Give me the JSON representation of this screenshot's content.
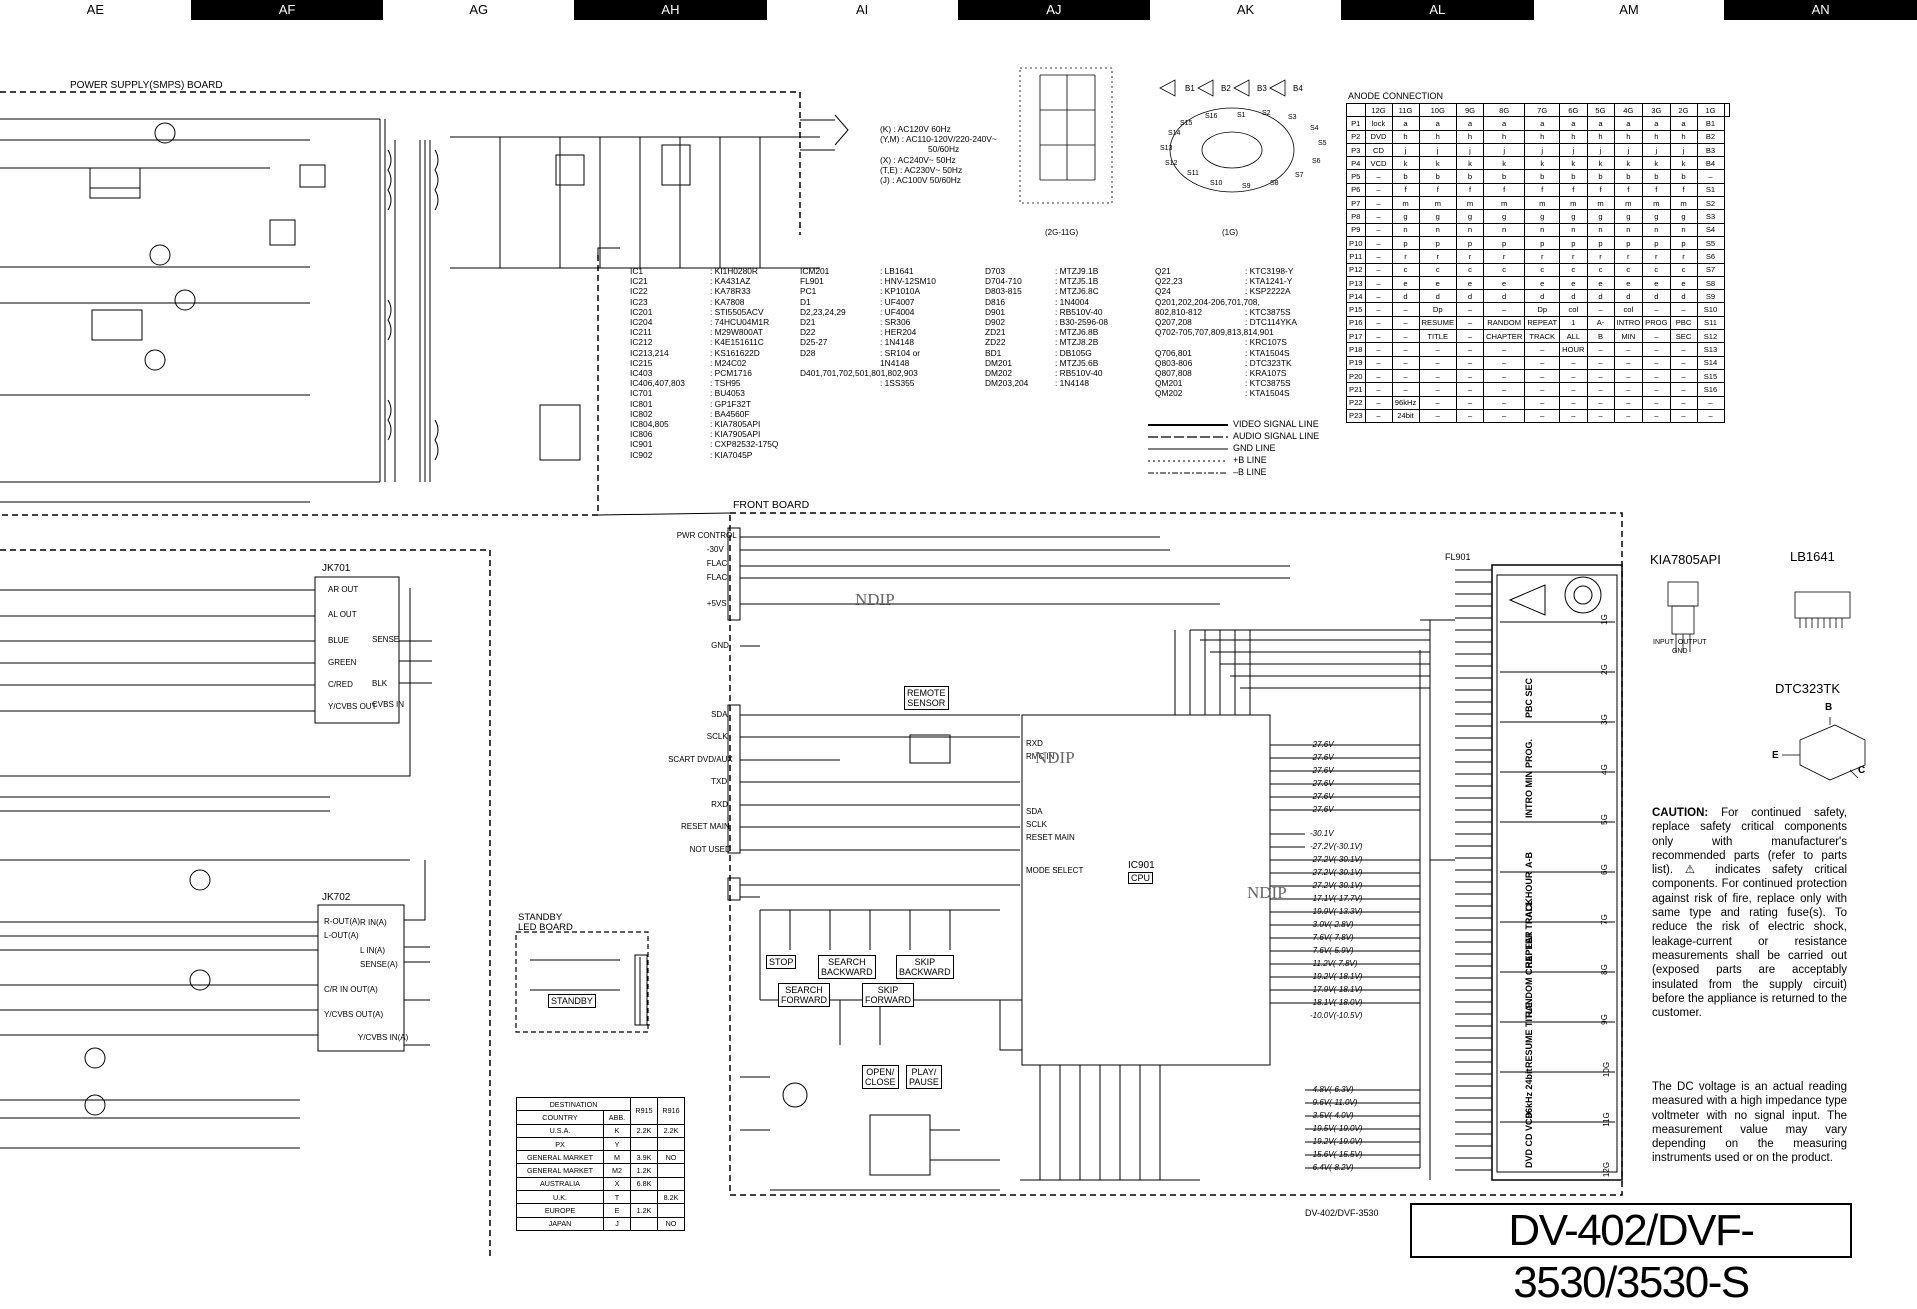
{
  "grid_columns": [
    "AE",
    "AF",
    "AG",
    "AH",
    "AI",
    "AJ",
    "AK",
    "AL",
    "AM",
    "AN"
  ],
  "boards": {
    "power_supply": "POWER SUPPLY(SMPS) BOARD",
    "front": "FRONT BOARD",
    "standby": "STANDBY\nLED BOARD"
  },
  "ac_voltage_options": [
    "(K) : AC120V 60Hz",
    "(Y,M) : AC110-120V/220-240V~",
    "50/60Hz",
    "(X) : AC240V~ 50Hz",
    "(T,E) : AC230V~ 50Hz",
    "(J) : AC100V 50/60Hz"
  ],
  "parts_list": {
    "col1": [
      [
        "IC1",
        ": KI1H0280R"
      ],
      [
        "IC21",
        ": KA431AZ"
      ],
      [
        "IC22",
        ": KA78R33"
      ],
      [
        "IC23",
        ": KA7808"
      ],
      [
        "IC201",
        ": STI5505ACV"
      ],
      [
        "IC204",
        ": 74HCU04M1R"
      ],
      [
        "IC211",
        ": M29W800AT"
      ],
      [
        "IC212",
        ": K4E151611C"
      ],
      [
        "IC213,214",
        ": KS161622D"
      ],
      [
        "IC215",
        ": M24C02"
      ],
      [
        "IC403",
        ": PCM1716"
      ],
      [
        "IC406,407,803",
        ": TSH95"
      ],
      [
        "IC701",
        ": BU4053"
      ],
      [
        "IC801",
        ": GP1F32T"
      ],
      [
        "IC802",
        ": BA4560F"
      ],
      [
        "IC804,805",
        ": KIA7805API"
      ],
      [
        "IC806",
        ": KIA7905API"
      ],
      [
        "IC901",
        ": CXP82532-175Q"
      ],
      [
        "IC902",
        ": KIA7045P"
      ]
    ],
    "col2": [
      [
        "ICM201",
        ": LB1641"
      ],
      [
        "",
        ""
      ],
      [
        "FL901",
        ": HNV-12SM10"
      ],
      [
        "",
        ""
      ],
      [
        "PC1",
        ": KP1010A"
      ],
      [
        "",
        ""
      ],
      [
        "D1",
        ": UF4007"
      ],
      [
        "D2,23,24,29",
        ": UF4004"
      ],
      [
        "D21",
        ": SR306"
      ],
      [
        "D22",
        ": HER204"
      ],
      [
        "D25-27",
        ": 1N4148"
      ],
      [
        "D28",
        ": SR104 or"
      ],
      [
        "",
        "  1N4148"
      ],
      [
        "D401,701,702,501,801,802,903",
        ""
      ],
      [
        "",
        ": 1SS355"
      ]
    ],
    "col3": [
      [
        "D703",
        ": MTZJ9.1B"
      ],
      [
        "D704-710",
        ": MTZJ5.1B"
      ],
      [
        "D803-815",
        ": MTZJ6.8C"
      ],
      [
        "D816",
        ": 1N4004"
      ],
      [
        "D901",
        ": RB510V-40"
      ],
      [
        "D902",
        ": B30-2596-08"
      ],
      [
        "",
        ""
      ],
      [
        "ZD21",
        ": MTZJ6.8B"
      ],
      [
        "ZD22",
        ": MTZJ8.2B"
      ],
      [
        "",
        ""
      ],
      [
        "BD1",
        ": DB105G"
      ],
      [
        "",
        ""
      ],
      [
        "DM201",
        ": MTZJ5.6B"
      ],
      [
        "DM202",
        ": RB510V-40"
      ],
      [
        "DM203,204",
        ": 1N4148"
      ]
    ],
    "col4": [
      [
        "Q21",
        ": KTC3198-Y"
      ],
      [
        "Q22,23",
        ": KTA1241-Y"
      ],
      [
        "Q24",
        ": KSP2222A"
      ],
      [
        "Q201,202,204-206,701,708,",
        ""
      ],
      [
        "  802,810-812",
        ": KTC3875S"
      ],
      [
        "Q207,208",
        ": DTC114YKA"
      ],
      [
        "Q702-705,707,809,813,814,901",
        ""
      ],
      [
        "",
        ": KRC107S"
      ],
      [
        "Q706,801",
        ": KTA1504S"
      ],
      [
        "Q803-806",
        ": DTC323TK"
      ],
      [
        "Q807,808",
        ": KRA107S"
      ],
      [
        "",
        ""
      ],
      [
        "QM201",
        ": KTC3875S"
      ],
      [
        "QM202",
        ": KTA1504S"
      ]
    ]
  },
  "line_legend": [
    "VIDEO SIGNAL LINE",
    "AUDIO SIGNAL LINE",
    "GND LINE",
    "+B LINE",
    "–B LINE"
  ],
  "anode_connection": {
    "title": "ANODE CONNECTION",
    "grids": [
      "12G",
      "11G",
      "10G",
      "9G",
      "8G",
      "7G",
      "6G",
      "5G",
      "4G",
      "3G",
      "2G",
      "1G"
    ],
    "rows": [
      [
        "P1",
        "lock",
        "a",
        "a",
        "a",
        "a",
        "a",
        "a",
        "a",
        "a",
        "a",
        "a",
        "B1"
      ],
      [
        "P2",
        "DVD",
        "h",
        "h",
        "h",
        "h",
        "h",
        "h",
        "h",
        "h",
        "h",
        "h",
        "B2"
      ],
      [
        "P3",
        "CD",
        "j",
        "j",
        "j",
        "j",
        "j",
        "j",
        "j",
        "j",
        "j",
        "j",
        "B3"
      ],
      [
        "P4",
        "VCD",
        "k",
        "k",
        "k",
        "k",
        "k",
        "k",
        "k",
        "k",
        "k",
        "k",
        "B4"
      ],
      [
        "P5",
        "–",
        "b",
        "b",
        "b",
        "b",
        "b",
        "b",
        "b",
        "b",
        "b",
        "b",
        "–"
      ],
      [
        "P6",
        "–",
        "f",
        "f",
        "f",
        "f",
        "f",
        "f",
        "f",
        "f",
        "f",
        "f",
        "S1"
      ],
      [
        "P7",
        "–",
        "m",
        "m",
        "m",
        "m",
        "m",
        "m",
        "m",
        "m",
        "m",
        "m",
        "S2"
      ],
      [
        "P8",
        "–",
        "g",
        "g",
        "g",
        "g",
        "g",
        "g",
        "g",
        "g",
        "g",
        "g",
        "S3"
      ],
      [
        "P9",
        "–",
        "n",
        "n",
        "n",
        "n",
        "n",
        "n",
        "n",
        "n",
        "n",
        "n",
        "S4"
      ],
      [
        "P10",
        "–",
        "p",
        "p",
        "p",
        "p",
        "p",
        "p",
        "p",
        "p",
        "p",
        "p",
        "S5"
      ],
      [
        "P11",
        "–",
        "r",
        "r",
        "r",
        "r",
        "r",
        "r",
        "r",
        "r",
        "r",
        "r",
        "S6"
      ],
      [
        "P12",
        "–",
        "c",
        "c",
        "c",
        "c",
        "c",
        "c",
        "c",
        "c",
        "c",
        "c",
        "S7"
      ],
      [
        "P13",
        "–",
        "e",
        "e",
        "e",
        "e",
        "e",
        "e",
        "e",
        "e",
        "e",
        "e",
        "S8"
      ],
      [
        "P14",
        "–",
        "d",
        "d",
        "d",
        "d",
        "d",
        "d",
        "d",
        "d",
        "d",
        "d",
        "S9"
      ],
      [
        "P15",
        "–",
        "–",
        "Dp",
        "–",
        "–",
        "Dp",
        "col",
        "–",
        "col",
        "–",
        "–",
        "S10"
      ],
      [
        "P16",
        "–",
        "–",
        "RESUME",
        "–",
        "RANDOM",
        "REPEAT",
        "1",
        "A-",
        "INTRO",
        "PROG",
        "PBC",
        "S11"
      ],
      [
        "P17",
        "–",
        "–",
        "TITLE",
        "–",
        "CHAPTER",
        "TRACK",
        "ALL",
        "B",
        "MIN",
        "–",
        "SEC",
        "S12"
      ],
      [
        "P18",
        "–",
        "–",
        "–",
        "–",
        "–",
        "–",
        "HOUR",
        "–",
        "–",
        "–",
        "–",
        "S13"
      ],
      [
        "P19",
        "–",
        "–",
        "–",
        "–",
        "–",
        "–",
        "–",
        "–",
        "–",
        "–",
        "–",
        "S14"
      ],
      [
        "P20",
        "–",
        "–",
        "–",
        "–",
        "–",
        "–",
        "–",
        "–",
        "–",
        "–",
        "–",
        "S15"
      ],
      [
        "P21",
        "–",
        "–",
        "–",
        "–",
        "–",
        "–",
        "–",
        "–",
        "–",
        "–",
        "–",
        "S16"
      ],
      [
        "P22",
        "–",
        "96kHz",
        "–",
        "–",
        "–",
        "–",
        "–",
        "–",
        "–",
        "–",
        "–",
        "–"
      ],
      [
        "P23",
        "–",
        "24bit",
        "–",
        "–",
        "–",
        "–",
        "–",
        "–",
        "–",
        "–",
        "–",
        "–"
      ]
    ]
  },
  "display_labels": {
    "grid_2_11": "(2G-11G)",
    "grid_1": "(1G)",
    "b_buttons": [
      "B1",
      "B2",
      "B3",
      "B4"
    ],
    "s_segments": [
      "S1",
      "S2",
      "S3",
      "S4",
      "S5",
      "S6",
      "S7",
      "S8",
      "S9",
      "S10",
      "S11",
      "S12",
      "S13",
      "S14",
      "S15",
      "S16"
    ]
  },
  "component_titles": {
    "kia7805": "KIA7805API",
    "lb1641": "LB1641",
    "dtc323tk": "DTC323TK",
    "kia_pins": "INPUT  OUTPUT\nGND",
    "dtc_pins": [
      "B",
      "E",
      "C"
    ]
  },
  "caution": {
    "heading": "CAUTION:",
    "body": " For continued safety, replace safety critical components only with manufacturer's recommended parts (refer to parts list). ⚠ indicates safety critical components. For continued protection against risk of fire, replace only with same type and rating fuse(s). To reduce the risk of electric shock, leakage-current or resistance measurements shall be carried out (exposed parts are acceptably insulated from the supply circuit) before the appliance is returned to the customer."
  },
  "dc_note": "The DC voltage is an actual reading measured with a high impedance type voltmeter with no signal input. The measurement value may vary depending on the measuring instruments used or on the product.",
  "destination_table": {
    "headers": [
      "DESTINATION",
      "R915",
      "R916"
    ],
    "subheaders": [
      "COUNTRY",
      "ABB."
    ],
    "rows": [
      [
        "U.S.A.",
        "K",
        "2.2K",
        "2.2K"
      ],
      [
        "PX",
        "Y",
        "",
        ""
      ],
      [
        "GENERAL MARKET",
        "M",
        "3.9K",
        "NO"
      ],
      [
        "GENERAL MARKET",
        "M2",
        "1.2K",
        ""
      ],
      [
        "AUSTRALIA",
        "X",
        "6.8K",
        ""
      ],
      [
        "U.K.",
        "T",
        "",
        "8.2K"
      ],
      [
        "EUROPE",
        "E",
        "1.2K",
        ""
      ],
      [
        "JAPAN",
        "J",
        "",
        "NO"
      ]
    ]
  },
  "front_buttons": {
    "remote": "REMOTE\nSENSOR",
    "stop": "STOP",
    "search_back": "SEARCH\nBACKWARD",
    "skip_back": "SKIP\nBACKWARD",
    "search_fwd": "SEARCH\nFORWARD",
    "skip_fwd": "SKIP\nFORWARD",
    "open_close": "OPEN/\nCLOSE",
    "play_pause": "PLAY/\nPAUSE",
    "standby": "STANDBY"
  },
  "cn901_pins": [
    "PWR CONTROL",
    "-30V",
    "FLAC",
    "FLAC",
    "+5VS",
    "GND"
  ],
  "cn902_pins": [
    "SDA",
    "SCLK",
    "SCART DVD/AUX",
    "TXD",
    "RXD",
    "RESET MAIN",
    "NOT USED"
  ],
  "ic901": {
    "name": "IC901",
    "sub": "CPU",
    "pins_left": [
      "RXD",
      "RMC IN",
      "SDA",
      "SCLK",
      "RESET MAIN",
      "MODE SELECT"
    ],
    "right_voltages": [
      "-27.6V",
      "-27.6V",
      "-27.6V",
      "-27.6V",
      "-27.6V",
      "-27.6V",
      "-30.1V",
      "-27.2V(-30.1V)",
      "-27.2V(-30.1V)",
      "-27.2V(-30.1V)",
      "-27.2V(-30.1V)",
      "-17.1V(-17.7V)",
      "-19.9V(-13.3V)",
      "-3.0V(-2.8V)",
      "-7.6V(-7.8V)",
      "-7.6V(-5.9V)",
      "-11.2V(-7.8V)",
      "-19.2V(-18.1V)",
      "-17.9V(-18.1V)",
      "-18.1V(-18.0V)",
      "-10.0V(-10.5V)"
    ],
    "bottom_voltages": [
      "-4.8V(-6.3V)",
      "-9.6V(-11.0V)",
      "-3.5V(-4.0V)",
      "-19.5V(-19.0V)",
      "-19.2V(-19.0V)",
      "-15.6V(-15.5V)",
      "-6.4V(-8.2V)"
    ]
  },
  "jk701": {
    "name": "JK701",
    "pins": [
      "AR OUT",
      "AL OUT",
      "BLUE",
      "GREEN",
      "C/RED",
      "Y/CVBS OUT",
      "SENSE",
      "BLK",
      "CVBS IN"
    ]
  },
  "jk702": {
    "name": "JK702",
    "pins": [
      "R-OUT(A)",
      "L-OUT(A)",
      "R IN(A)",
      "L IN(A)",
      "SENSE(A)",
      "C/R IN OUT(A)",
      "Y/CVBS OUT(A)",
      "Y/CVBS IN(A)"
    ]
  },
  "fl901": {
    "name": "FL901",
    "grid_labels": [
      "1G",
      "2G",
      "3G",
      "4G",
      "5G",
      "6G",
      "7G",
      "8G",
      "9G",
      "10G",
      "11G",
      "12G"
    ]
  },
  "fl_text_rows": [
    "PBC SEC",
    "PROG.",
    "INTRO MIN",
    "A-B",
    "ALL HOUR",
    "REPEAT TRACK",
    "RANDOM CHAPTER",
    "RESUME TITLE",
    "96kHz 24bit",
    "DVD CD VCD"
  ],
  "footer_small": "DV-402/DVF-3530",
  "model_title": "DV-402/DVF-3530/3530-S",
  "watermarks": [
    "NDIP",
    "NDIP",
    "NDIP"
  ]
}
